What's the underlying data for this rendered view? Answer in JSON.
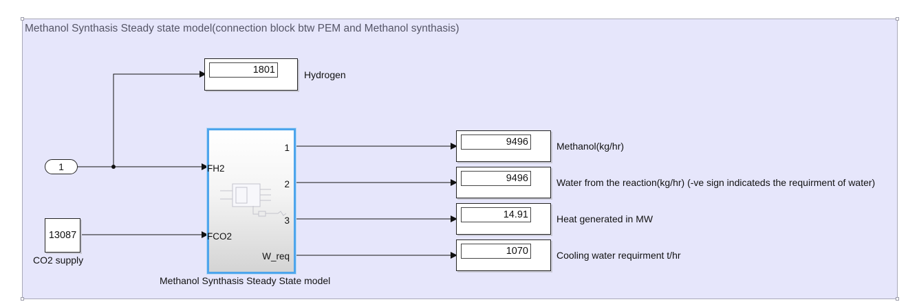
{
  "area": {
    "title": "Methanol Synthasis Steady state model(connection block btw PEM and Methanol synthasis)"
  },
  "inport": {
    "label": "1"
  },
  "constant": {
    "value": "13087",
    "label": "CO2 supply"
  },
  "subsystem": {
    "name": "Methanol Synthasis Steady State model",
    "inputs": [
      "FH2",
      "FCO2"
    ],
    "outputs": [
      "1",
      "2",
      "3",
      "W_req"
    ]
  },
  "displays": {
    "hydrogen": {
      "value": "1801",
      "label": "Hydrogen"
    },
    "methanol": {
      "value": "9496",
      "label": "Methanol(kg/hr)"
    },
    "water": {
      "value": "9496",
      "label": "Water from the reaction(kg/hr) (-ve sign indicateds the requirment of water)"
    },
    "heat": {
      "value": "14.91",
      "label": "Heat generated in MW"
    },
    "cooling": {
      "value": "1070",
      "label": "Cooling water requirment t/hr"
    }
  },
  "colors": {
    "area_fill": "#e6e6fb",
    "selection": "#4ea5ec",
    "line": "#111111"
  }
}
